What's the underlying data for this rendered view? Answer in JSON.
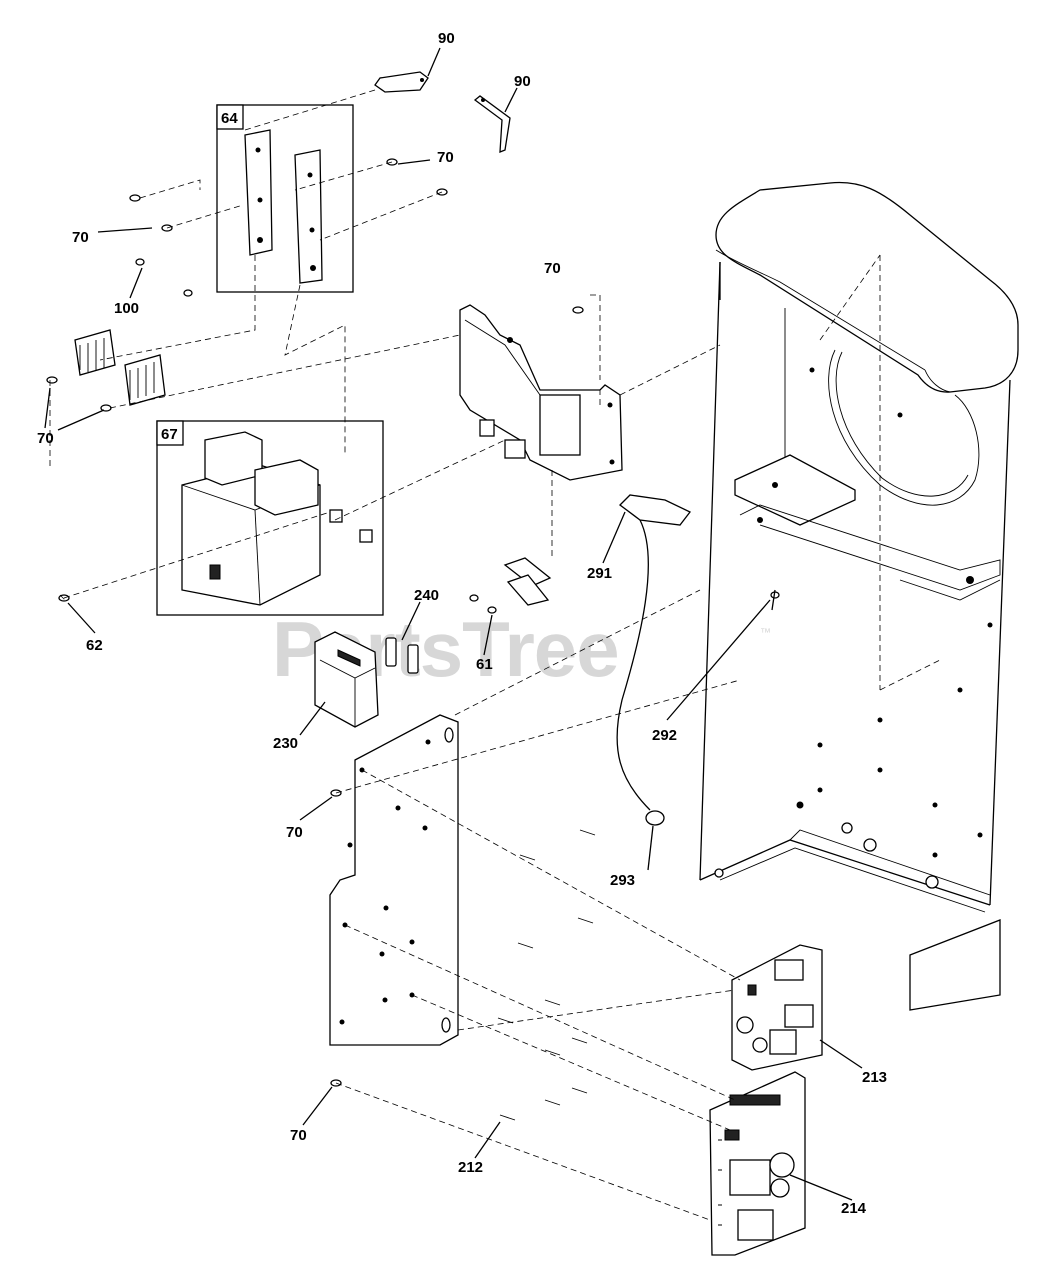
{
  "watermark": {
    "text": "PartsTree",
    "trademark": "™"
  },
  "boxes": {
    "box_64": "64",
    "box_67": "67"
  },
  "callouts": {
    "c90a": "90",
    "c90b": "90",
    "c70a": "70",
    "c70b": "70",
    "c70c": "70",
    "c70d": "70",
    "c70e": "70",
    "c70f": "70",
    "c100": "100",
    "c62": "62",
    "c240": "240",
    "c61": "61",
    "c230": "230",
    "c291": "291",
    "c292": "292",
    "c293": "293",
    "c213": "213",
    "c214": "214",
    "c212": "212"
  }
}
